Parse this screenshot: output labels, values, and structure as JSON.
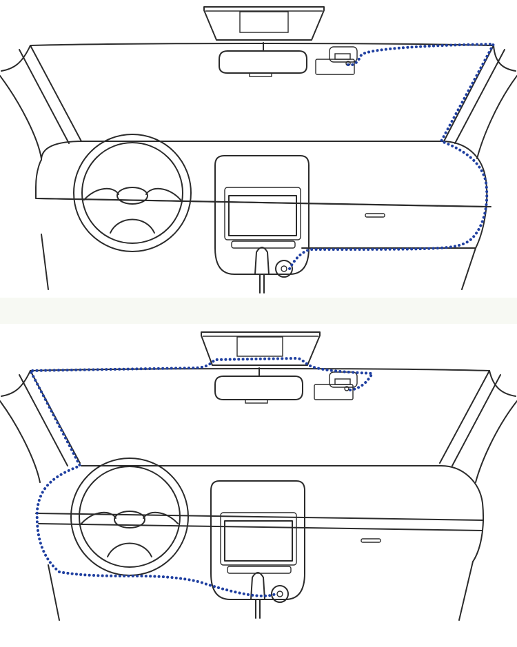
{
  "colors": {
    "outline": "#2b2b2b",
    "cable": "#1f3fa0",
    "background": "#ffffff",
    "separator": "#f7f9f3"
  },
  "panels": [
    {
      "name": "top",
      "cable_route": "passenger-side"
    },
    {
      "name": "bottom",
      "cable_route": "driver-side"
    }
  ]
}
